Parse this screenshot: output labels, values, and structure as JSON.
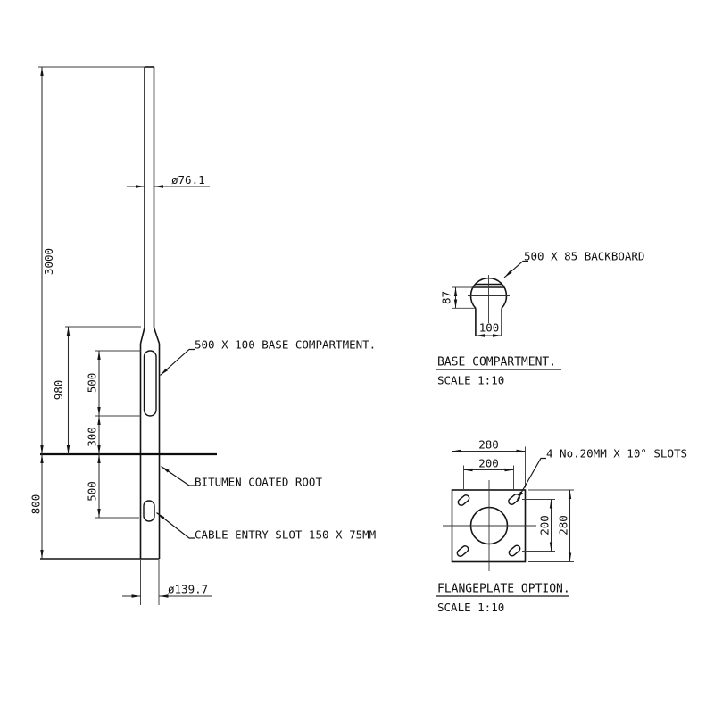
{
  "colors": {
    "line": "#141414",
    "dim": "#2b2b2b",
    "background": "#ffffff"
  },
  "pole_view": {
    "dim_3000": "3000",
    "dim_980": "980",
    "dim_500_base": "500",
    "dim_300": "300",
    "dim_500_root": "500",
    "dim_800": "800",
    "dia_top": "ø76.1",
    "dia_base": "ø139.7",
    "label_base_compartment": "500 X 100 BASE COMPARTMENT.",
    "label_bitumen": "BITUMEN COATED ROOT",
    "label_cable": "CABLE ENTRY SLOT 150 X 75MM"
  },
  "base_detail": {
    "label_backboard": "500 X 85 BACKBOARD",
    "dim_87": "87",
    "dim_100": "100",
    "title": "BASE COMPARTMENT.",
    "scale": "SCALE 1:10"
  },
  "flange_detail": {
    "label_slots": "4 No.20MM X 10° SLOTS",
    "dim_280_top": "280",
    "dim_200_top": "200",
    "dim_200_right": "200",
    "dim_280_right": "280",
    "title": "FLANGEPLATE OPTION.",
    "scale": "SCALE 1:10"
  }
}
